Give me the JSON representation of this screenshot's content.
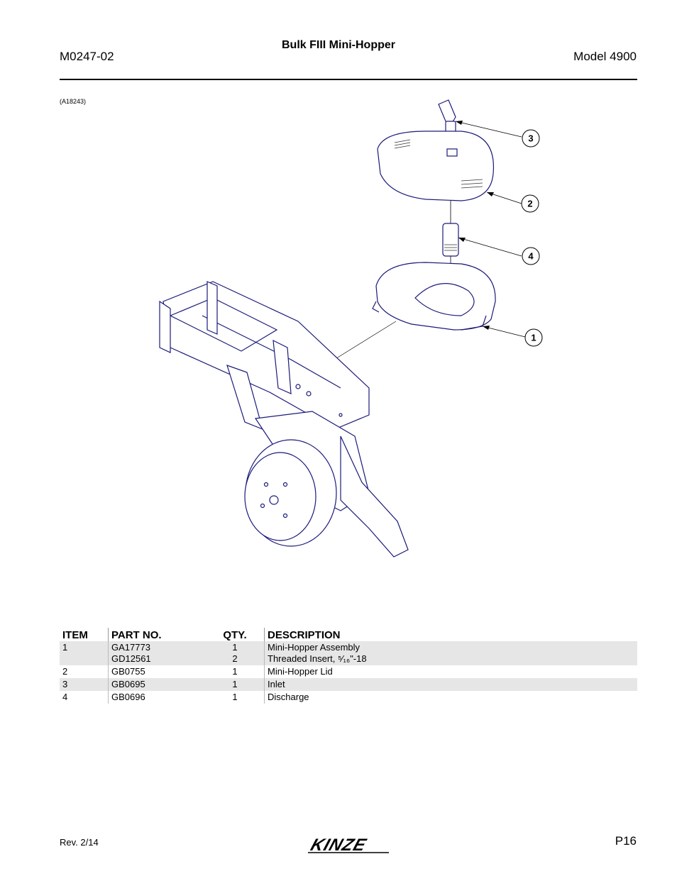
{
  "header": {
    "doc_number": "M0247-02",
    "title": "Bulk FIII Mini-Hopper",
    "model": "Model 4900"
  },
  "figure": {
    "ref": "(A18243)",
    "callouts": [
      "3",
      "2",
      "4",
      "1"
    ]
  },
  "table": {
    "headers": {
      "item": "ITEM",
      "part_no": "PART NO.",
      "qty": "QTY.",
      "description": "DESCRIPTION"
    },
    "rows": [
      {
        "item": "1",
        "part_no_1": "GA17773",
        "part_no_2": "GD12561",
        "qty_1": "1",
        "qty_2": "2",
        "desc_1": "Mini-Hopper Assembly",
        "desc_2": "Threaded Insert, ⁵⁄₁₆\"-18"
      },
      {
        "item": "2",
        "part_no": "GB0755",
        "qty": "1",
        "desc": "Mini-Hopper Lid"
      },
      {
        "item": "3",
        "part_no": "GB0695",
        "qty": "1",
        "desc": "Inlet"
      },
      {
        "item": "4",
        "part_no": "GB0696",
        "qty": "1",
        "desc": "Discharge"
      }
    ]
  },
  "footer": {
    "revision": "Rev. 2/14",
    "brand": "KINZE",
    "page": "P16"
  }
}
